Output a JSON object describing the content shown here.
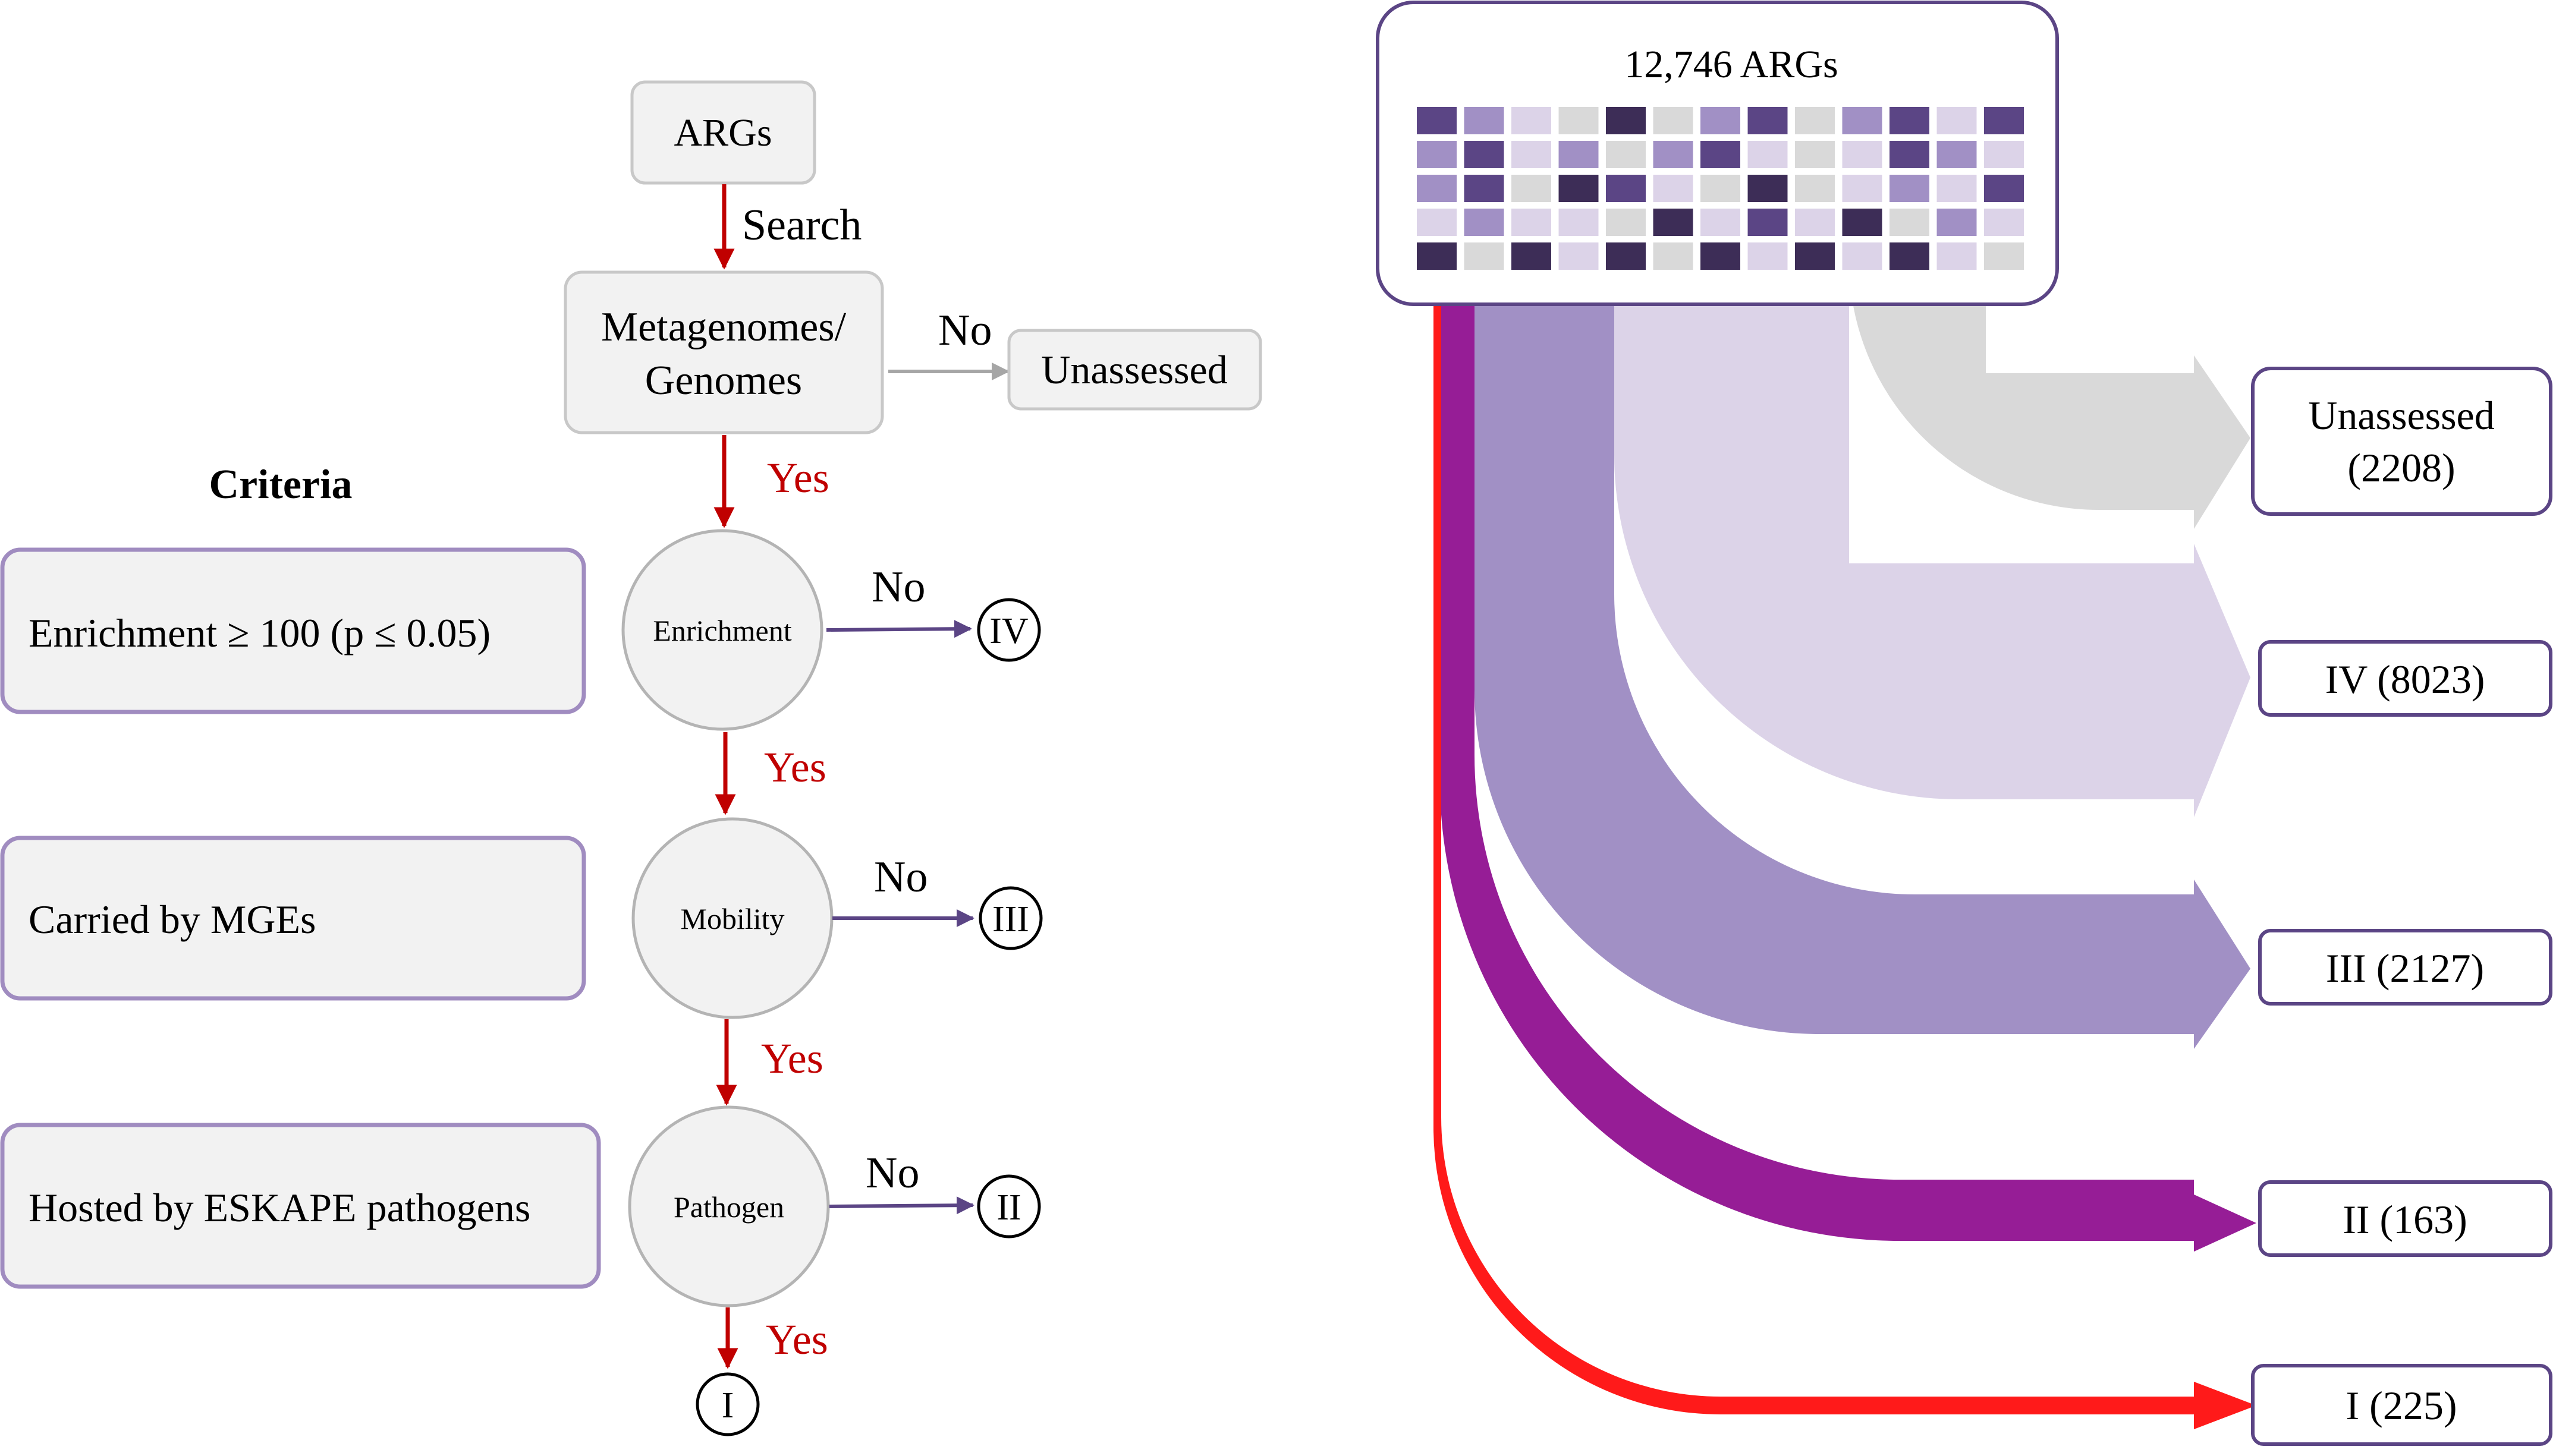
{
  "colors": {
    "red": "#c00000",
    "bright_red": "#ff1a1a",
    "grey_line": "#a6a6a6",
    "purple_line": "#5b4585",
    "purple_border": "#a08cc0",
    "box_fill": "#f2f2f2",
    "box_border": "#c8c8c8",
    "card_border": "#5b4585",
    "grey_flow": "#d9d9d9",
    "light_purple_flow": "#dcd3e8",
    "mid_purple_flow": "#a190c5",
    "magenta_flow": "#961d96",
    "heat_colors": [
      "#5b4585",
      "#a190c5",
      "#dcd3e8",
      "#d9d9d9",
      "#3d2d57"
    ]
  },
  "flowchart": {
    "args_label": "ARGs",
    "search_label": "Search",
    "metagenomes_line1": "Metagenomes/",
    "metagenomes_line2": "Genomes",
    "no_label": "No",
    "yes_label": "Yes",
    "unassessed_label": "Unassessed",
    "criteria_title": "Criteria",
    "criteria": [
      "Enrichment ≥ 100 (p ≤ 0.05)",
      "Carried by MGEs",
      "Hosted by ESKAPE pathogens"
    ],
    "nodes": [
      "Enrichment",
      "Mobility",
      "Pathogen"
    ],
    "outcomes": [
      "IV",
      "III",
      "II",
      "I"
    ]
  },
  "sankey": {
    "total_label": "12,746 ARGs",
    "heatmap": [
      [
        0,
        1,
        2,
        3,
        4,
        3,
        1,
        0,
        3,
        1,
        0,
        2,
        0
      ],
      [
        1,
        0,
        2,
        1,
        3,
        1,
        0,
        2,
        3,
        2,
        0,
        1,
        2
      ],
      [
        1,
        0,
        3,
        4,
        0,
        2,
        3,
        4,
        3,
        2,
        1,
        2,
        0
      ],
      [
        2,
        1,
        2,
        2,
        3,
        4,
        2,
        0,
        2,
        4,
        3,
        1,
        2
      ],
      [
        4,
        3,
        4,
        2,
        4,
        3,
        4,
        2,
        4,
        2,
        4,
        2,
        3
      ]
    ],
    "categories": [
      {
        "name": "Unassessed",
        "count": 2208,
        "line1": "Unassessed",
        "line2": "(2208)"
      },
      {
        "name": "IV",
        "count": 8023,
        "label": "IV (8023)"
      },
      {
        "name": "III",
        "count": 2127,
        "label": "III (2127)"
      },
      {
        "name": "II",
        "count": 163,
        "label": "II (163)"
      },
      {
        "name": "I",
        "count": 225,
        "label": "I (225)"
      }
    ]
  }
}
